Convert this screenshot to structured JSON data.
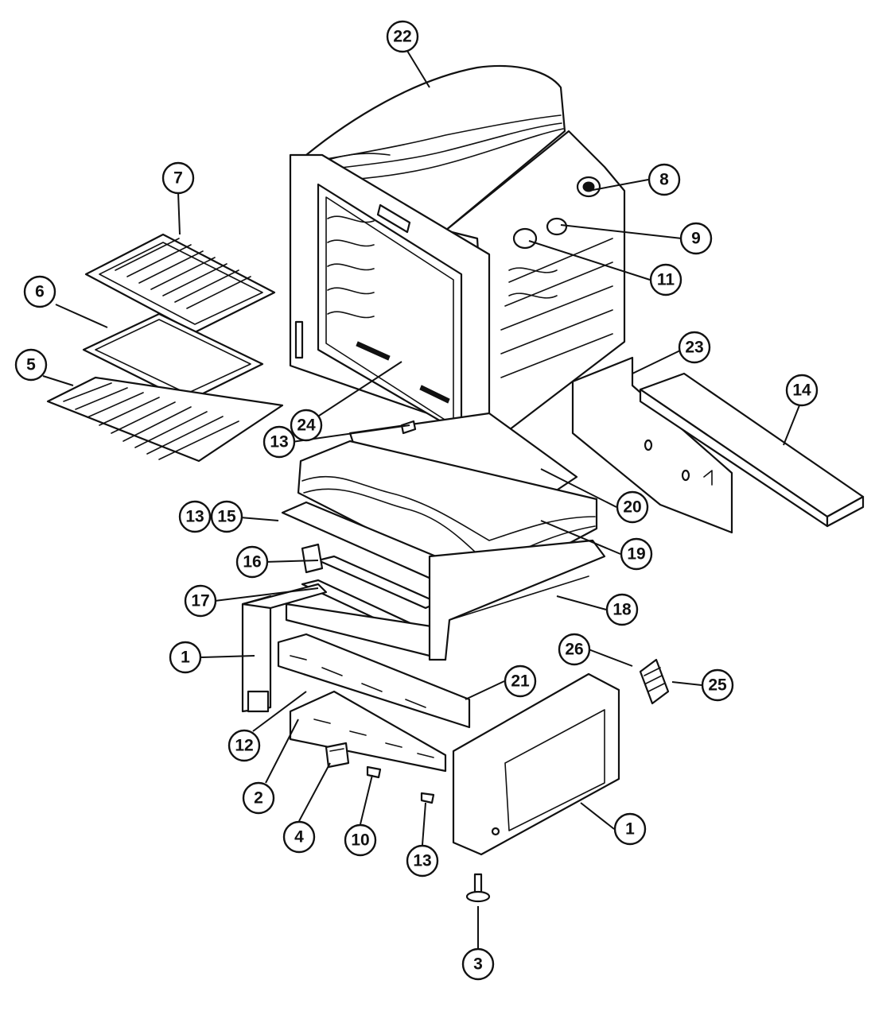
{
  "diagram": {
    "type": "exploded-parts-diagram",
    "line_color": "#111111",
    "background": "#ffffff",
    "callouts": [
      {
        "id": "c22",
        "label": "22"
      },
      {
        "id": "c7",
        "label": "7"
      },
      {
        "id": "c8",
        "label": "8"
      },
      {
        "id": "c9",
        "label": "9"
      },
      {
        "id": "c11",
        "label": "11"
      },
      {
        "id": "c6",
        "label": "6"
      },
      {
        "id": "c5",
        "label": "5"
      },
      {
        "id": "c23",
        "label": "23"
      },
      {
        "id": "c14",
        "label": "14"
      },
      {
        "id": "c13a",
        "label": "13"
      },
      {
        "id": "c24",
        "label": "24"
      },
      {
        "id": "c20",
        "label": "20"
      },
      {
        "id": "c13b",
        "label": "13"
      },
      {
        "id": "c15",
        "label": "15"
      },
      {
        "id": "c19",
        "label": "19"
      },
      {
        "id": "c16",
        "label": "16"
      },
      {
        "id": "c17",
        "label": "17"
      },
      {
        "id": "c18",
        "label": "18"
      },
      {
        "id": "c1a",
        "label": "1"
      },
      {
        "id": "c26",
        "label": "26"
      },
      {
        "id": "c25",
        "label": "25"
      },
      {
        "id": "c21",
        "label": "21"
      },
      {
        "id": "c12",
        "label": "12"
      },
      {
        "id": "c2",
        "label": "2"
      },
      {
        "id": "c4",
        "label": "4"
      },
      {
        "id": "c10",
        "label": "10"
      },
      {
        "id": "c13c",
        "label": "13"
      },
      {
        "id": "c1b",
        "label": "1"
      },
      {
        "id": "c3",
        "label": "3"
      }
    ]
  }
}
